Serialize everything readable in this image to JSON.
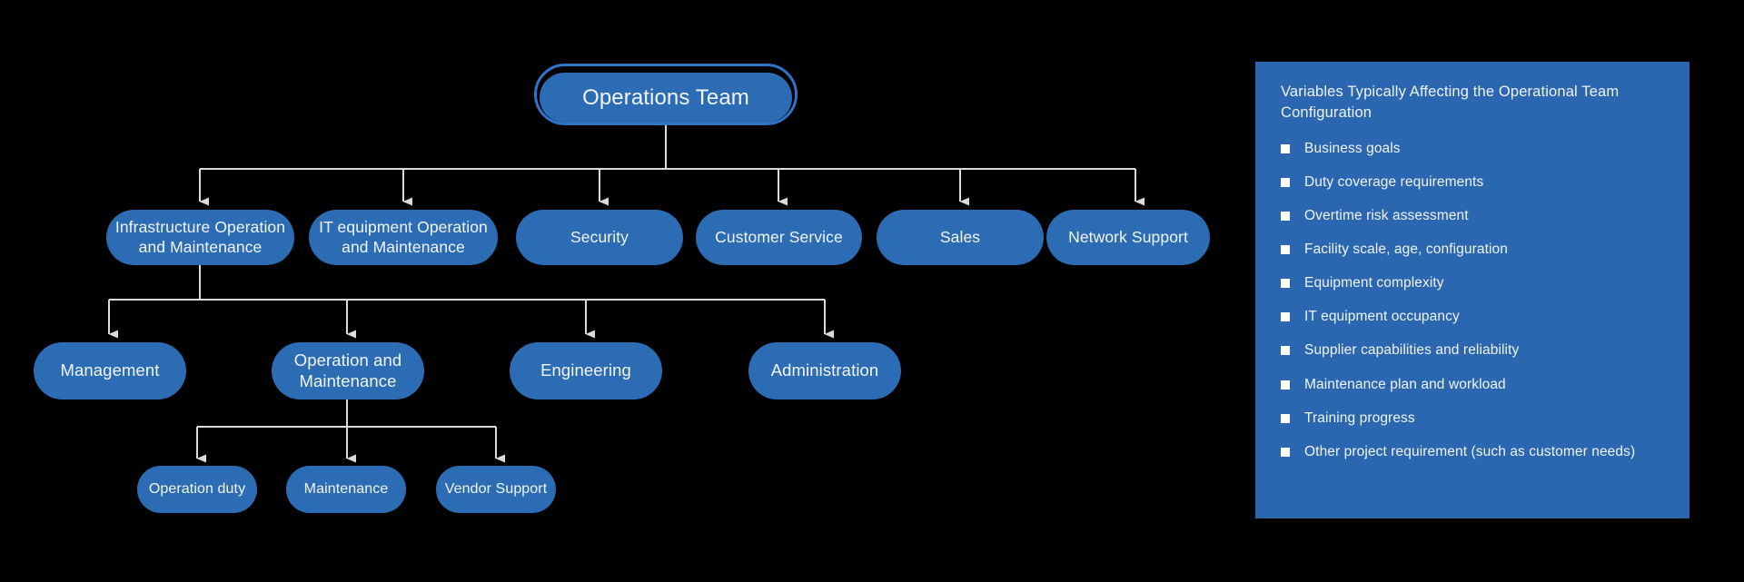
{
  "colors": {
    "background": "#000000",
    "node_fill": "#2C6CB5",
    "node_text": "#F2F5F9",
    "root_arc_stroke": "#3173C8",
    "connector": "#D9DBDC",
    "panel_background": "#2B66B0",
    "panel_text": "#F0F4F9",
    "bullet": "#FFFFFF"
  },
  "chart": {
    "type": "org-chart",
    "title": "Operations Team",
    "root": {
      "label": "Operations Team"
    },
    "level1": [
      {
        "label": "Infrastructure Operation\nand Maintenance"
      },
      {
        "label": "IT equipment Operation\nand Maintenance"
      },
      {
        "label": "Security"
      },
      {
        "label": "Customer Service"
      },
      {
        "label": "Sales"
      },
      {
        "label": "Network Support"
      }
    ],
    "level2": [
      {
        "label": "Management"
      },
      {
        "label": "Operation and\nMaintenance"
      },
      {
        "label": "Engineering"
      },
      {
        "label": "Administration"
      }
    ],
    "level3": [
      {
        "label": "Operation duty"
      },
      {
        "label": "Maintenance"
      },
      {
        "label": "Vendor Support"
      }
    ]
  },
  "panel": {
    "title": "Variables Typically Affecting the Operational Team Configuration",
    "items": [
      {
        "label": "Business goals"
      },
      {
        "label": "Duty coverage requirements"
      },
      {
        "label": "Overtime risk assessment"
      },
      {
        "label": "Facility scale, age, configuration"
      },
      {
        "label": "Equipment complexity"
      },
      {
        "label": "IT equipment occupancy"
      },
      {
        "label": "Supplier capabilities and reliability"
      },
      {
        "label": "Maintenance plan and workload"
      },
      {
        "label": "Training progress"
      },
      {
        "label": "Other project requirement (such as customer needs)"
      }
    ]
  }
}
